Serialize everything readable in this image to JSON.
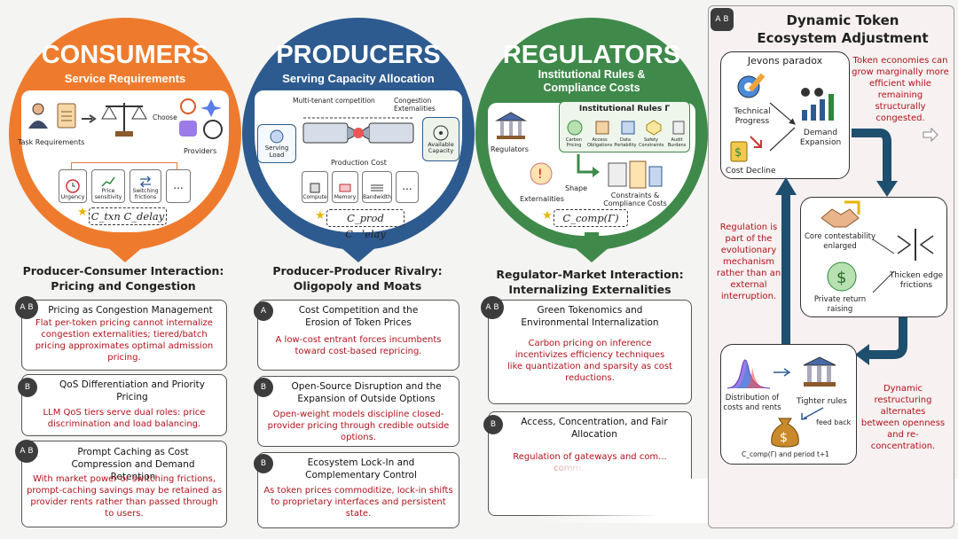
{
  "consumers": {
    "title": "CONSUMERS",
    "subtitle": "Service Requirements",
    "task_requirements": "Task Requirements",
    "choose": "Choose",
    "providers": "Providers",
    "factors": [
      "Urgency",
      "Price sensitivity",
      "Switching frictions",
      "..."
    ],
    "cost_terms": "C_txn   C_delay"
  },
  "producers": {
    "title": "PRODUCERS",
    "subtitle": "Serving Capacity Allocation",
    "multi_tenant": "Multi-tenant competition",
    "congestion": "Congestion Externalities",
    "serving_load": "Serving Load",
    "available_capacity": "Available Capacity",
    "production_cost": "Production Cost",
    "resources": [
      "Compute",
      "Memory",
      "Bandwidth",
      "..."
    ],
    "cost_terms": "C_prod   C_delay"
  },
  "regulators": {
    "title": "REGULATORS",
    "subtitle": "Institutional Rules & Compliance Costs",
    "regulators_label": "Regulators",
    "rules_title": "Institutional Rules Γ",
    "rules": [
      "Carbon Pricing",
      "Access Obligations",
      "Data Portability",
      "Safety Constraints",
      "Audit Burdens"
    ],
    "externalities": "Externalities",
    "shape": "Shape",
    "constraints": "Constraints & Compliance Costs",
    "cost_terms": "C_comp(Γ)"
  },
  "columns": {
    "consumers": {
      "title_line1": "Producer-Consumer Interaction:",
      "title_line2": "Pricing and Congestion",
      "cards": [
        {
          "badge": "A B",
          "heading": "Pricing as Congestion Management",
          "body": "Flat per-token pricing cannot internalize congestion externalities; tiered/batch pricing approximates optimal admission pricing."
        },
        {
          "badge": "B",
          "heading": "QoS Differentiation and Priority Pricing",
          "body": "LLM QoS tiers serve dual roles: price discrimination and load balancing."
        },
        {
          "badge": "A B",
          "heading": "Prompt Caching as Cost Compression and Demand Retention",
          "body": "With market power or switching frictions, prompt-caching savings may be retained as provider rents rather than passed through to users."
        }
      ]
    },
    "producers": {
      "title_line1": "Producer-Producer Rivalry:",
      "title_line2": "Oligopoly and Moats",
      "cards": [
        {
          "badge": "A",
          "heading": "Cost Competition and the Erosion of Token Prices",
          "body": "A low-cost entrant forces incumbents toward cost-based repricing."
        },
        {
          "badge": "B",
          "heading": "Open-Source Disruption and the Expansion of Outside Options",
          "body": "Open-weight models discipline closed-provider pricing through credible outside options."
        },
        {
          "badge": "B",
          "heading": "Ecosystem Lock-In and Complementary Control",
          "body": "As token prices commoditize, lock-in shifts to proprietary interfaces and persistent state."
        }
      ]
    },
    "regulators": {
      "title_line1": "Regulator-Market Interaction:",
      "title_line2": "Internalizing Externalities",
      "cards": [
        {
          "badge": "A B",
          "heading": "Green Tokenomics and Environmental Internalization",
          "body": "Carbon pricing on inference incentivizes efficiency techniques like quantization and sparsity as cost reductions."
        },
        {
          "badge": "B",
          "heading": "Access, Concentration, and Fair Allocation",
          "body": "Regulation of gateways and com... comm... acces..."
        }
      ]
    }
  },
  "dynamic": {
    "badge": "A B",
    "title_line1": "Dynamic Token",
    "title_line2": "Ecosystem Adjustment",
    "jevons": "Jevons paradox",
    "tech_progress": "Technical Progress",
    "cost_decline": "Cost Decline",
    "demand_expansion": "Demand Expansion",
    "note_top": "Token economies can grow marginally more efficient while remaining structurally congested.",
    "core_contest": "Core contestability enlarged",
    "private_return": "Private return raising",
    "thicken": "Thicken edge frictions",
    "note_left": "Regulation is part of the evolutionary mechanism rather than an external interruption.",
    "distribution": "Distribution of costs and rents",
    "tighter_rules": "Tighter rules",
    "feed_back": "feed back",
    "ccomp_period": "C_comp(Γ) and period t+1",
    "note_right": "Dynamic restructuring alternates between openness and re-concentration."
  },
  "colors": {
    "consumers": "#ee7b2d",
    "producers": "#2d5b8f",
    "regulators": "#3f8a4b",
    "red_text": "#b0121b"
  }
}
